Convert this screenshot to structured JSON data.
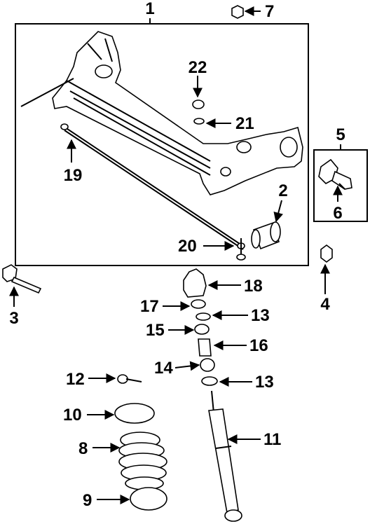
{
  "callouts": {
    "c1": "1",
    "c2": "2",
    "c3": "3",
    "c4": "4",
    "c5": "5",
    "c6": "6",
    "c7": "7",
    "c8": "8",
    "c9": "9",
    "c10": "10",
    "c11": "11",
    "c12": "12",
    "c13a": "13",
    "c13b": "13",
    "c14": "14",
    "c15": "15",
    "c16": "16",
    "c17": "17",
    "c18": "18",
    "c19": "19",
    "c20": "20",
    "c21": "21",
    "c22": "22"
  }
}
